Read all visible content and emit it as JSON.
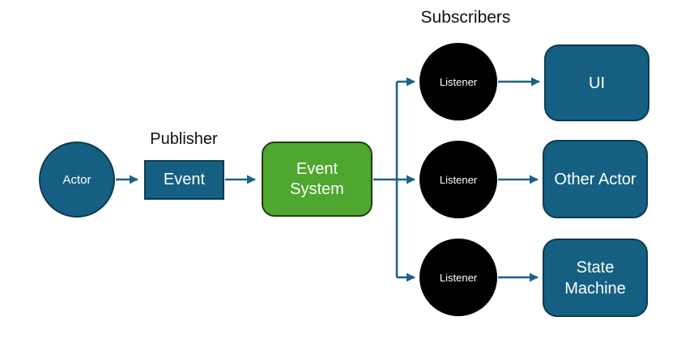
{
  "colors": {
    "node-teal": "#156082",
    "node-teal-border": "#0b3a50",
    "node-green": "#4ea72e",
    "node-green-border": "#223f12",
    "node-black": "#000000",
    "connector": "#1b6287",
    "text-light": "#ffffff",
    "text-dark": "#111111",
    "canvas-bg": "#ffffff"
  },
  "labels": {
    "publisher": "Publisher",
    "subscribers": "Subscribers"
  },
  "nodes": {
    "actor": {
      "label": "Actor",
      "shape": "circle"
    },
    "event": {
      "label": "Event",
      "shape": "rectangle"
    },
    "event_system": {
      "label": "Event System",
      "shape": "rounded-rectangle"
    },
    "listeners": [
      {
        "label": "Listener",
        "shape": "circle"
      },
      {
        "label": "Listener",
        "shape": "circle"
      },
      {
        "label": "Listener",
        "shape": "circle"
      }
    ],
    "targets": [
      {
        "label": "UI",
        "shape": "rounded-rectangle"
      },
      {
        "label": "Other Actor",
        "shape": "rounded-rectangle"
      },
      {
        "label": "State Machine",
        "shape": "rounded-rectangle"
      }
    ]
  }
}
